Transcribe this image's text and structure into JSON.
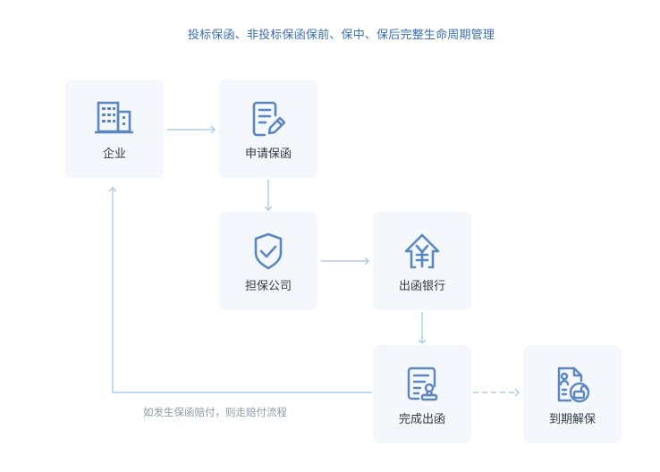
{
  "title": "投标保函、非投标保函保前、保中、保后完整生命周期管理",
  "colors": {
    "title": "#3a6fb0",
    "icon": "#5b87c0",
    "arrow": "#9cc2e2",
    "card_bg": "#f4f7fc",
    "label": "#333a45",
    "note": "#8f9aa8"
  },
  "nodes": [
    {
      "id": "enterprise",
      "label": "企业",
      "icon": "building-icon"
    },
    {
      "id": "apply",
      "label": "申请保函",
      "icon": "edit-document-icon"
    },
    {
      "id": "guarantor",
      "label": "担保公司",
      "icon": "shield-check-icon"
    },
    {
      "id": "bank",
      "label": "出函银行",
      "icon": "bank-yuan-house-icon"
    },
    {
      "id": "issued",
      "label": "完成出函",
      "icon": "stamp-document-icon"
    },
    {
      "id": "release",
      "label": "到期解保",
      "icon": "unlock-document-icon"
    }
  ],
  "edges": [
    {
      "from": "enterprise",
      "to": "apply",
      "style": "solid"
    },
    {
      "from": "apply",
      "to": "guarantor",
      "style": "solid"
    },
    {
      "from": "guarantor",
      "to": "bank",
      "style": "solid"
    },
    {
      "from": "bank",
      "to": "issued",
      "style": "solid"
    },
    {
      "from": "issued",
      "to": "release",
      "style": "dashed"
    },
    {
      "from": "issued",
      "to": "enterprise",
      "style": "solid",
      "label": "如发生保函赔付，则走赔付流程"
    }
  ],
  "note": "如发生保函赔付，则走赔付流程"
}
